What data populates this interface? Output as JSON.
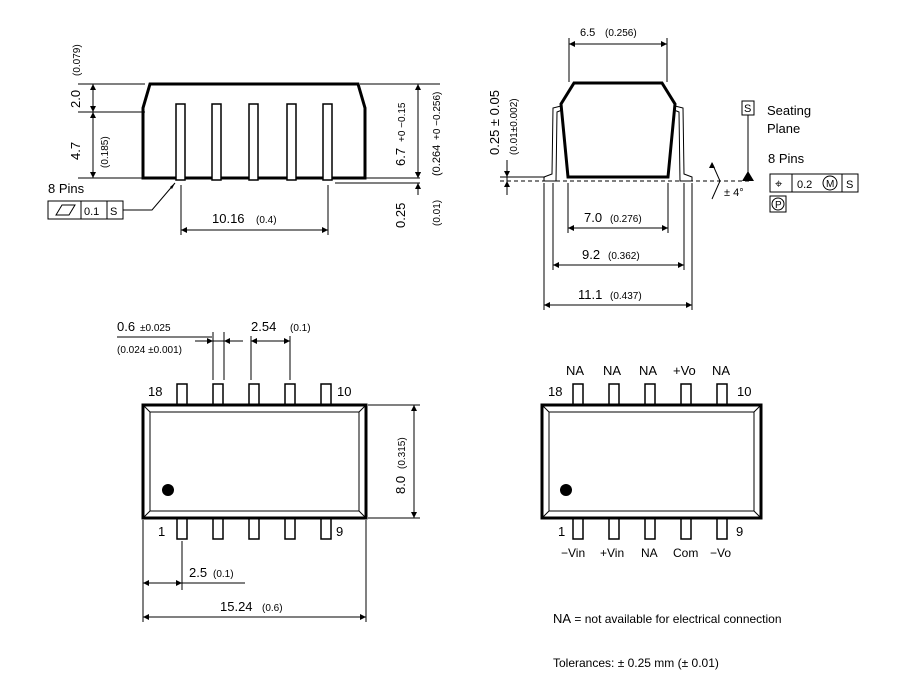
{
  "side_view": {
    "dim_top_height": "2.0",
    "dim_top_height_in": "(0.079)",
    "dim_body_height": "4.7",
    "dim_body_height_in": "(0.185)",
    "dim_total_height": "6.7",
    "dim_total_tol": "+0 −0.15",
    "dim_total_height_in": "(0.264",
    "dim_total_tol_in": "+0 −0.256)",
    "dim_standoff": "0.25",
    "dim_standoff_in": "(0.01)",
    "pins_label": "8 Pins",
    "flatness_value": "0.1",
    "flatness_datum": "S",
    "dim_pin_span": "10.16",
    "dim_pin_span_in": "(0.4)"
  },
  "end_view": {
    "dim_top_width": "6.5",
    "dim_top_width_in": "(0.256)",
    "dim_lead_thickness": "0.25 ± 0.05",
    "dim_lead_thickness_in": "(0.01±0.002)",
    "seating_datum": "S",
    "seating_label_1": "Seating",
    "seating_label_2": "Plane",
    "angle_label": "± 4°",
    "pins_label": "8 Pins",
    "position_symbol": "⌖",
    "position_value": "0.2",
    "position_modifier": "M",
    "position_datum": "S",
    "projected_symbol": "P",
    "dim_body_width": "7.0",
    "dim_body_width_in": "(0.276)",
    "dim_lead_span": "9.2",
    "dim_lead_span_in": "(0.362)",
    "dim_overall": "11.1",
    "dim_overall_in": "(0.437)"
  },
  "top_view": {
    "dim_pin_width": "0.6",
    "dim_pin_width_tol": "±0.025",
    "dim_pin_width_in": "(0.024 ±0.001)",
    "dim_pitch": "2.54",
    "dim_pitch_in": "(0.1)",
    "pin_18": "18",
    "pin_10": "10",
    "pin_1": "1",
    "pin_9": "9",
    "dim_height": "8.0",
    "dim_height_in": "(0.315)",
    "dim_first_pin": "2.5",
    "dim_first_pin_in": "(0.1)",
    "dim_length": "15.24",
    "dim_length_in": "(0.6)"
  },
  "pinout_view": {
    "top_labels": [
      "NA",
      "NA",
      "NA",
      "+Vo",
      "NA"
    ],
    "bottom_labels": [
      "−Vin",
      "+Vin",
      "NA",
      "Com",
      "−Vo"
    ],
    "pin_18": "18",
    "pin_10": "10",
    "pin_1": "1",
    "pin_9": "9"
  },
  "notes": {
    "na_note_key": "NA",
    "na_note": " = not available for electrical connection",
    "tolerance_note": "Tolerances: ± 0.25 mm (± 0.01)"
  }
}
